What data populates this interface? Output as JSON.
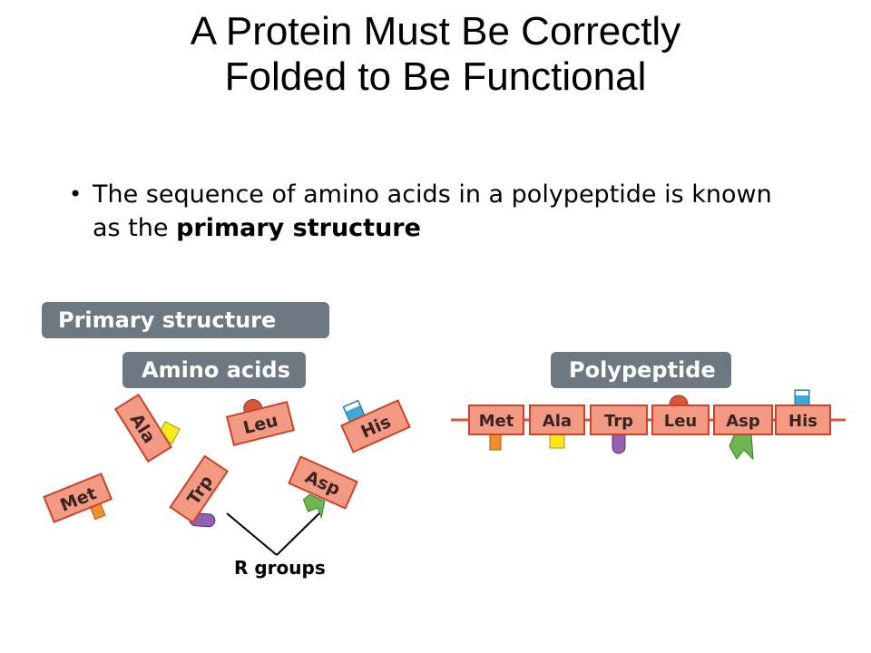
{
  "slide": {
    "title_line1": "A Protein Must Be Correctly",
    "title_line2": "Folded to Be Functional",
    "bullet_text": "The sequence of amino acids in a polypeptide is known as the ",
    "bullet_bold": "primary structure"
  },
  "diagram": {
    "header_primary": "Primary structure",
    "header_amino": "Amino acids",
    "header_polypeptide": "Polypeptide",
    "r_groups_label": "R groups",
    "amino_acids": [
      {
        "name": "Met",
        "r_color": "#f0902a"
      },
      {
        "name": "Ala",
        "r_color": "#f7e81c"
      },
      {
        "name": "Trp",
        "r_color": "#9460b0"
      },
      {
        "name": "Leu",
        "r_color": "#d8553a"
      },
      {
        "name": "Asp",
        "r_color": "#6cb750"
      },
      {
        "name": "His",
        "r_color": "#3aa9d6"
      }
    ],
    "polypeptide_chain": [
      "Met",
      "Ala",
      "Trp",
      "Leu",
      "Asp",
      "His"
    ],
    "colors": {
      "label_fill": "#f29a84",
      "label_stroke": "#c8442a",
      "header_fill": "#6e7882",
      "backbone": "#d8553a"
    }
  }
}
